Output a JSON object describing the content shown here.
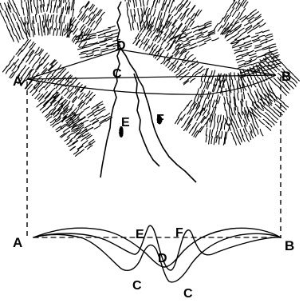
{
  "figure": {
    "labels": {
      "plan_a": "A",
      "plan_b": "B",
      "plan_c": "C",
      "plan_d": "D",
      "plan_e": "E",
      "plan_f": "F",
      "section_a": "A",
      "section_b": "B",
      "section_e": "E",
      "section_f": "F",
      "section_d": "D",
      "section_c_left": "C",
      "section_c_right": "C"
    },
    "colors": {
      "ink": "#000000",
      "paper": "#ffffff"
    }
  }
}
